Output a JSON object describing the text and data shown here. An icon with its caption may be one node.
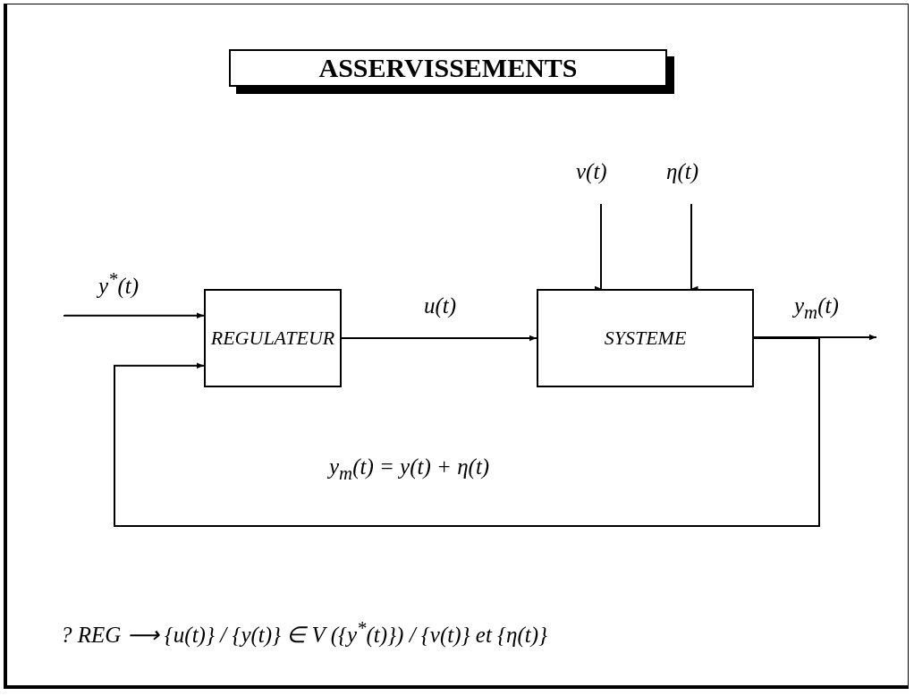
{
  "diagram": {
    "title": "ASSERVISSEMENTS",
    "nodes": [
      {
        "text": [
          "REGULATEUR"
        ]
      },
      {
        "text": [
          "SYSTEME"
        ]
      }
    ],
    "edges": [
      {
        "from": null,
        "to": 0,
        "arrow": "to",
        "label": "y$^{*}$(t)"
      },
      {
        "from": 0,
        "to": 1,
        "arrow": "to",
        "label": "u(t)"
      },
      {
        "from": null,
        "to": 1,
        "arrow": "to",
        "label": "v(t)"
      },
      {
        "from": null,
        "to": 1,
        "arrow": "to",
        "label": "η(t)"
      },
      {
        "from": 1,
        "to": null,
        "arrow": "to",
        "label": "y$_{m}$(t)"
      },
      {
        "from": 1,
        "to": 0,
        "arrow": "to"
      }
    ],
    "labels": [
      "y$_{m}$(t) = y(t) + η(t)",
      "? REG ⟶ {u(t)} / {y(t)} ∈ V ({y$^{*}$(t)}) / {v(t)} et {η(t)}"
    ]
  }
}
